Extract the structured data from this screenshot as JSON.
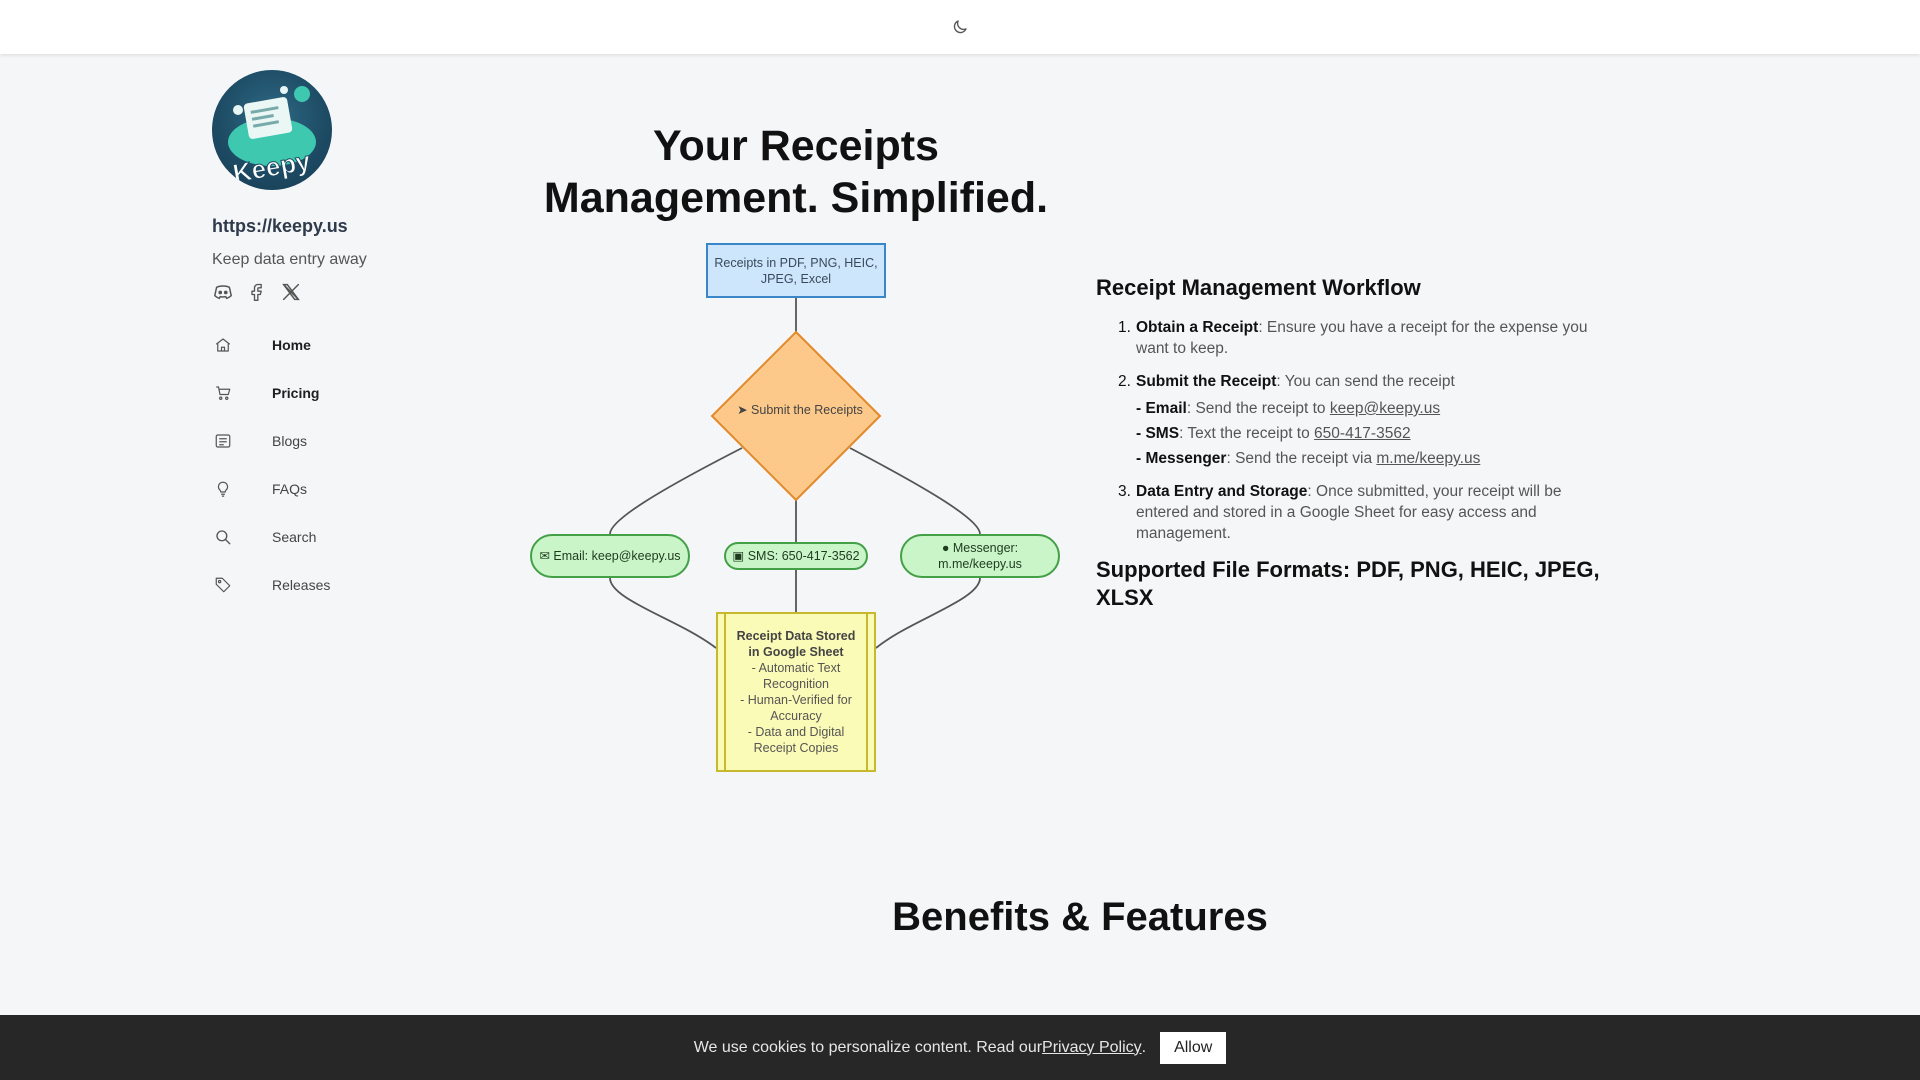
{
  "topbar": {
    "theme_icon": "moon-icon"
  },
  "sidebar": {
    "logo_text": "Keepy",
    "url": "https://keepy.us",
    "tagline": "Keep data entry away",
    "socials": [
      "discord-icon",
      "facebook-icon",
      "x-icon"
    ],
    "items": [
      {
        "label": "Home",
        "icon": "home-icon"
      },
      {
        "label": "Pricing",
        "icon": "cart-icon"
      },
      {
        "label": "Blogs",
        "icon": "list-icon"
      },
      {
        "label": "FAQs",
        "icon": "lightbulb-icon"
      },
      {
        "label": "Search",
        "icon": "search-icon"
      },
      {
        "label": "Releases",
        "icon": "tag-icon"
      }
    ]
  },
  "hero": {
    "title_line1": "Your Receipts",
    "title_line2": "Management. Simplified."
  },
  "flowchart": {
    "top_icon": "📄",
    "top_label": "Receipts in PDF, PNG, HEIC, JPEG, Excel",
    "diamond_label": "➤ Submit the Receipts",
    "email_label": "✉ Email: keep@keepy.us",
    "sms_label": "▣ SMS: 650-417-3562",
    "messenger_label": "● Messenger: m.me/keepy.us",
    "sheet_title": "Receipt Data Stored in Google Sheet",
    "sheet_line1": "- Automatic Text Recognition",
    "sheet_line2": "- Human-Verified for Accuracy",
    "sheet_line3": "- Data and Digital Receipt Copies",
    "colors": {
      "top_fill": "#cde6fb",
      "diamond_fill": "#fcc98b",
      "pill_fill": "#c9f5c9",
      "sheet_fill": "#fbfbb8"
    }
  },
  "workflow": {
    "heading": "Receipt Management Workflow",
    "step1_num": "1.",
    "step1_title": "Obtain a Receipt",
    "step1_text": ": Ensure you have a receipt for the expense you want to keep.",
    "step2_num": "2.",
    "step2_title": "Submit the Receipt",
    "step2_text": ": You can send the receipt",
    "email_label": "- Email",
    "email_text": ": Send the receipt to ",
    "email_link": "keep@keepy.us",
    "sms_label": "- SMS",
    "sms_text": ": Text the receipt to ",
    "sms_link": "650-417-3562",
    "msg_label": "- Messenger",
    "msg_text": ": Send the receipt via ",
    "msg_link": "m.me/keepy.us",
    "step3_num": "3.",
    "step3_title": "Data Entry and Storage",
    "step3_text": ": Once submitted, your receipt will be entered and stored in a Google Sheet for easy access and management.",
    "formats": "Supported File Formats: PDF, PNG, HEIC, JPEG, XLSX"
  },
  "benefits": {
    "title": "Benefits & Features"
  },
  "cookie": {
    "text": "We use cookies to personalize content. Read our ",
    "link": "Privacy Policy",
    "suffix": ".",
    "button": "Allow"
  }
}
